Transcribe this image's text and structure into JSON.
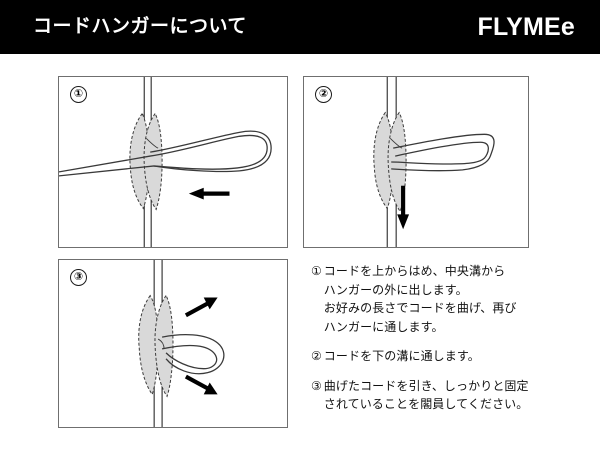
{
  "header": {
    "title": "コードハンガーについて",
    "brand": "FLYMEe"
  },
  "panels": [
    {
      "id": "panel-1",
      "badge": "①",
      "caption_icon": "left-arrow-icon"
    },
    {
      "id": "panel-2",
      "badge": "②",
      "caption_icon": "down-arrow-icon"
    },
    {
      "id": "panel-3",
      "badge": "③",
      "caption_icon": "double-diagonal-arrow-icon"
    }
  ],
  "instructions": [
    {
      "marker": "①",
      "text": "コードを上からはめ、中央溝から\nハンガーの外に出します。\nお好みの長さでコードを曲げ、再び\nハンガーに通します。"
    },
    {
      "marker": "②",
      "text": "コードを下の溝に通します。"
    },
    {
      "marker": "③",
      "text": "曲げたコードを引き、しっかりと固定\nされていることを閣員してください。"
    }
  ],
  "colors": {
    "header_bg": "#000000",
    "header_text": "#ffffff",
    "panel_border": "#6f6f6f",
    "body_text": "#111111",
    "arrow": "#000000",
    "hanger_fill": "#d9d9d9",
    "line_stroke": "#3a3a3a"
  }
}
